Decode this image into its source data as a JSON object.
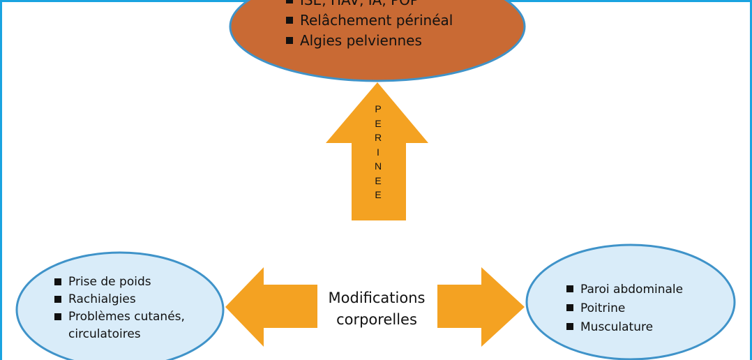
{
  "colors": {
    "border": "#1aa3e0",
    "top_ellipse_fill": "#c96a34",
    "top_ellipse_stroke": "#3f93c9",
    "side_ellipse_fill": "#d9ecf9",
    "side_ellipse_stroke": "#3f93c9",
    "arrow_fill": "#f4a222",
    "text": "#111111"
  },
  "top_ellipse": {
    "items": [
      "ISE, HAV, IA, POP",
      "Relâchement périnéal",
      "Algies pelviennes"
    ]
  },
  "up_arrow": {
    "letters": [
      "P",
      "E",
      "R",
      "I",
      "N",
      "E",
      "E"
    ]
  },
  "center": {
    "line1": "Modifications",
    "line2": "corporelles"
  },
  "left_ellipse": {
    "items": [
      "Prise de poids",
      "Rachialgies",
      "Problèmes cutanés, circulatoires"
    ]
  },
  "right_ellipse": {
    "items": [
      "Paroi abdominale",
      "Poitrine",
      "Musculature"
    ]
  }
}
